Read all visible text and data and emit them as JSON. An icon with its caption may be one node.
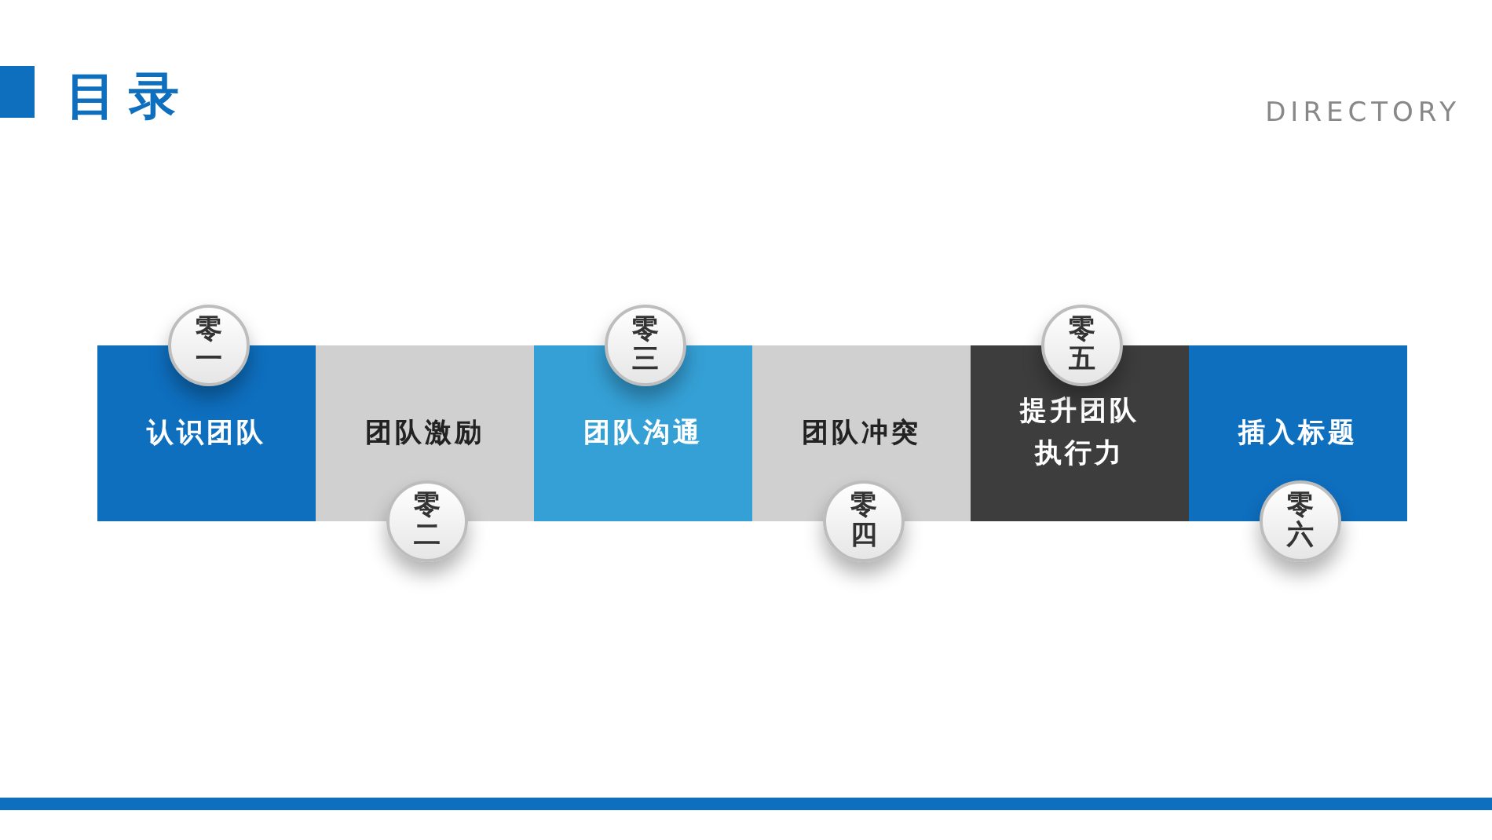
{
  "diagram": {
    "title": "目录",
    "nodes": [
      {
        "text": [
          "认识团队"
        ]
      },
      {
        "text": [
          "零一"
        ]
      },
      {
        "text": [
          "团队激励"
        ]
      },
      {
        "text": [
          "零二"
        ]
      },
      {
        "text": [
          "团队沟通"
        ]
      },
      {
        "text": [
          "零三"
        ]
      },
      {
        "text": [
          "团队冲突"
        ]
      },
      {
        "text": [
          "零四"
        ]
      },
      {
        "text": [
          "提升团队执行力"
        ]
      },
      {
        "text": [
          "零五"
        ]
      },
      {
        "text": [
          "插入标题"
        ]
      },
      {
        "text": [
          "零六"
        ]
      }
    ],
    "labels": [
      "DIRECTORY"
    ]
  }
}
